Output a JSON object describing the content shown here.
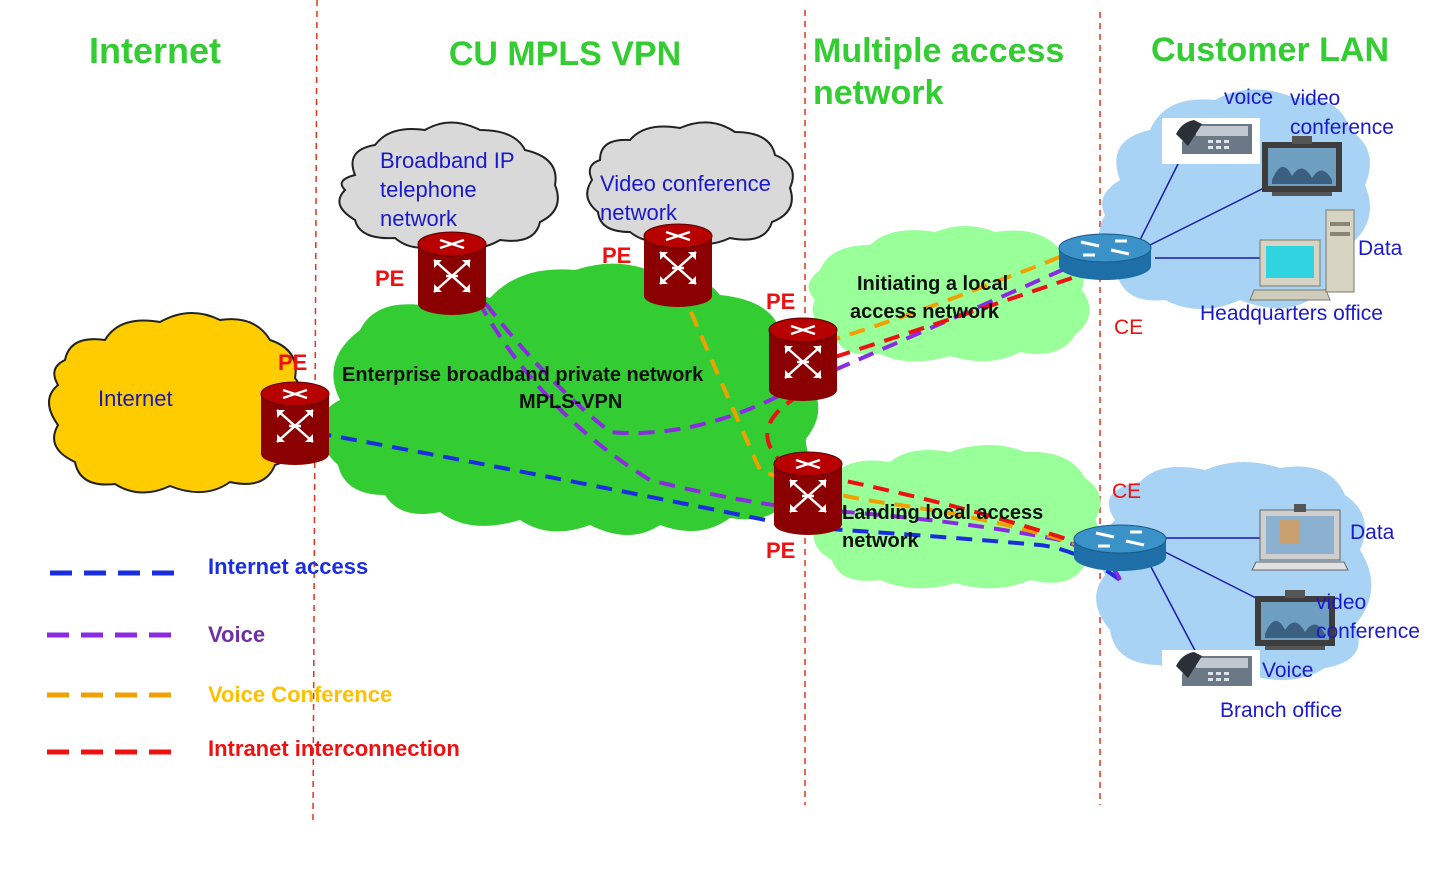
{
  "sections": {
    "internet": "Internet",
    "cu_mpls_vpn": "CU MPLS VPN",
    "multiple_access_line1": "Multiple access",
    "multiple_access_line2": "network",
    "customer_lan": "Customer LAN"
  },
  "clouds": {
    "internet": "Internet",
    "broadband_ip": [
      "Broadband IP",
      "telephone",
      "network"
    ],
    "video_conference": [
      "Video conference",
      "network"
    ],
    "enterprise": [
      "Enterprise broadband private network",
      "MPLS-VPN"
    ],
    "initiating": [
      "Initiating a local",
      "access network"
    ],
    "landing": [
      "Landing local access",
      "network"
    ]
  },
  "routers": {
    "pe_label": "PE",
    "ce_label": "CE"
  },
  "headquarters": {
    "voice": "voice",
    "video_line1": "video",
    "video_line2": "conference",
    "data": "Data",
    "office": "Headquarters office"
  },
  "branch": {
    "data": "Data",
    "video_line1": "video",
    "video_line2": "conference",
    "voice": "Voice",
    "office": "Branch office"
  },
  "legend": [
    {
      "label": "Internet access",
      "color": "#1a2ee0"
    },
    {
      "label": "Voice",
      "color": "#8a2be2"
    },
    {
      "label": "Voice Conference",
      "color": "#f0a000"
    },
    {
      "label": "Intranet interconnection",
      "color": "#ee1111"
    }
  ],
  "colors": {
    "section_title": "#33cc33",
    "router_red": "#8b0000",
    "ce_blue": "#1e6fa8",
    "line_internet": "#1a2ee0",
    "line_voice": "#8a2be2",
    "line_conference": "#f0a000",
    "line_intranet": "#ee1111"
  }
}
